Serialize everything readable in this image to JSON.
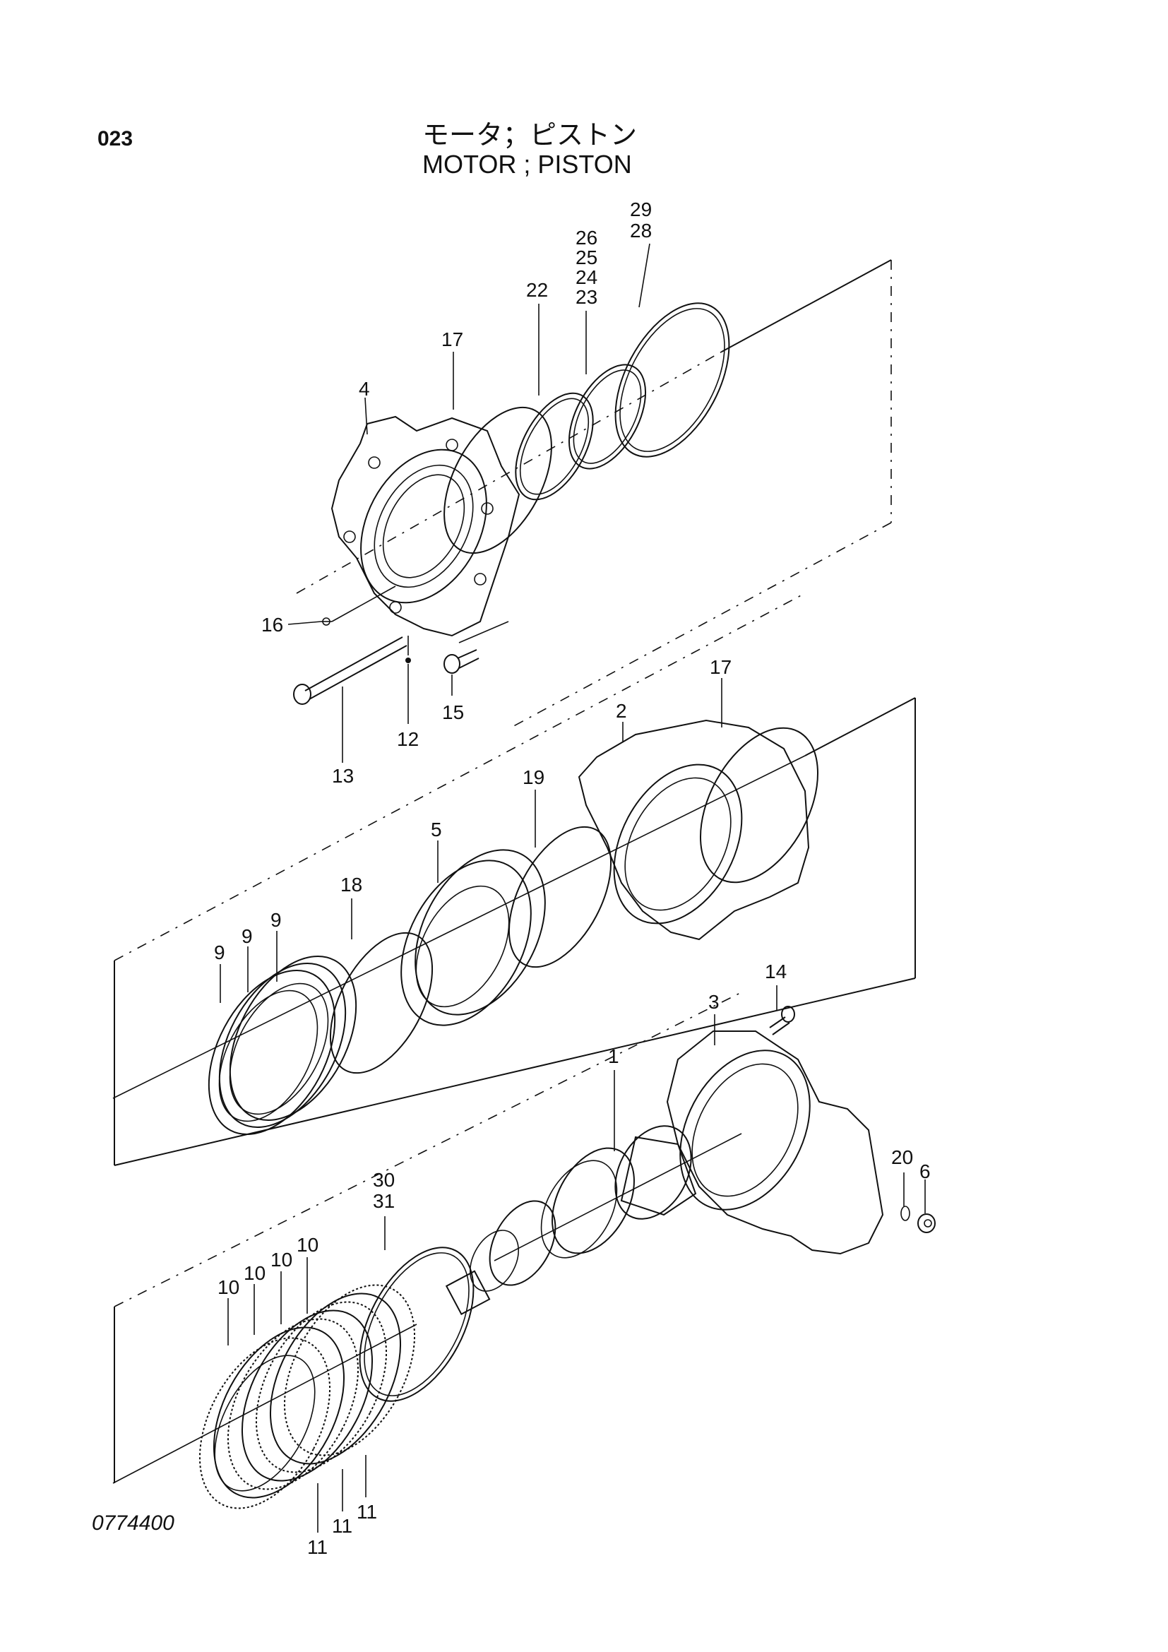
{
  "header": {
    "page_number": "023",
    "title_jp": "モータ；ピストン",
    "title_en": "MOTOR ; PISTON"
  },
  "footer": {
    "drawing_number": "0774400"
  },
  "callouts": [
    {
      "name": "callout-29",
      "text": "29"
    },
    {
      "name": "callout-28",
      "text": "28"
    },
    {
      "name": "callout-26",
      "text": "26"
    },
    {
      "name": "callout-25",
      "text": "25"
    },
    {
      "name": "callout-24",
      "text": "24"
    },
    {
      "name": "callout-23",
      "text": "23"
    },
    {
      "name": "callout-22",
      "text": "22"
    },
    {
      "name": "callout-17-top",
      "text": "17"
    },
    {
      "name": "callout-4",
      "text": "4"
    },
    {
      "name": "callout-16",
      "text": "16"
    },
    {
      "name": "callout-15",
      "text": "15"
    },
    {
      "name": "callout-12",
      "text": "12"
    },
    {
      "name": "callout-13",
      "text": "13"
    },
    {
      "name": "callout-17-mid",
      "text": "17"
    },
    {
      "name": "callout-2",
      "text": "2"
    },
    {
      "name": "callout-19",
      "text": "19"
    },
    {
      "name": "callout-5",
      "text": "5"
    },
    {
      "name": "callout-18",
      "text": "18"
    },
    {
      "name": "callout-9-a",
      "text": "9"
    },
    {
      "name": "callout-9-b",
      "text": "9"
    },
    {
      "name": "callout-9-c",
      "text": "9"
    },
    {
      "name": "callout-14",
      "text": "14"
    },
    {
      "name": "callout-3",
      "text": "3"
    },
    {
      "name": "callout-1",
      "text": "1"
    },
    {
      "name": "callout-20",
      "text": "20"
    },
    {
      "name": "callout-6",
      "text": "6"
    },
    {
      "name": "callout-30",
      "text": "30"
    },
    {
      "name": "callout-31",
      "text": "31"
    },
    {
      "name": "callout-10-a",
      "text": "10"
    },
    {
      "name": "callout-10-b",
      "text": "10"
    },
    {
      "name": "callout-10-c",
      "text": "10"
    },
    {
      "name": "callout-10-d",
      "text": "10"
    },
    {
      "name": "callout-11-a",
      "text": "11"
    },
    {
      "name": "callout-11-b",
      "text": "11"
    },
    {
      "name": "callout-11-c",
      "text": "11"
    }
  ]
}
